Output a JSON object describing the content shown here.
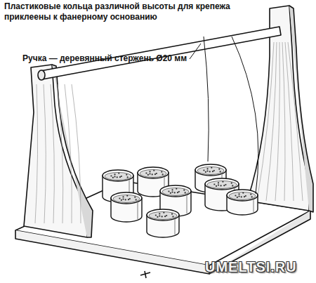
{
  "diagram": {
    "labels": [
      "Пластиковые кольца различной высоты для крепежа приклеены к фанерному основанию",
      "Ручка — деревянный стержень Ø20 мм",
      "UMELTSI.RU"
    ]
  }
}
